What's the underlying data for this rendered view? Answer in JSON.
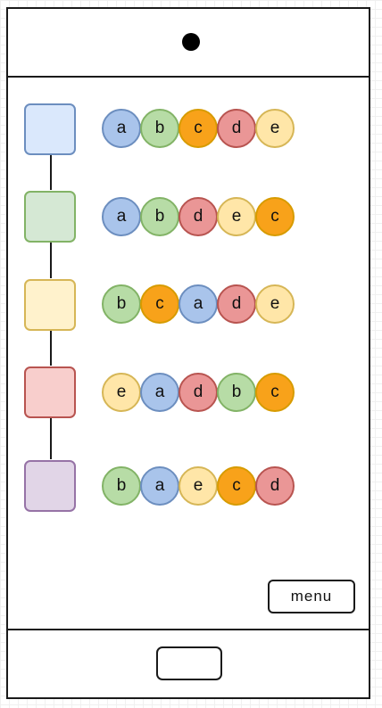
{
  "square_colors": [
    {
      "fill": "#dae8fc",
      "stroke": "#6c8ebf"
    },
    {
      "fill": "#d5e8d4",
      "stroke": "#82b366"
    },
    {
      "fill": "#fff2cc",
      "stroke": "#d6b656"
    },
    {
      "fill": "#f8cecc",
      "stroke": "#b85450"
    },
    {
      "fill": "#e1d5e7",
      "stroke": "#9673a6"
    }
  ],
  "rows": [
    [
      "a",
      "b",
      "c",
      "d",
      "e"
    ],
    [
      "a",
      "b",
      "d",
      "e",
      "c"
    ],
    [
      "b",
      "c",
      "a",
      "d",
      "e"
    ],
    [
      "e",
      "a",
      "d",
      "b",
      "c"
    ],
    [
      "b",
      "a",
      "e",
      "c",
      "d"
    ]
  ],
  "menu": {
    "label": "menu"
  }
}
